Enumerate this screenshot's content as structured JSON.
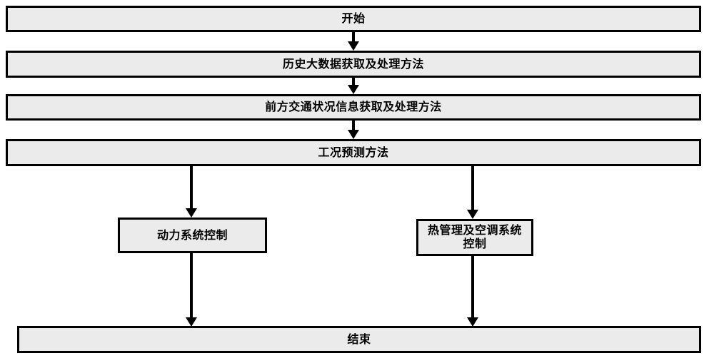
{
  "diagram": {
    "type": "flowchart",
    "title_text": "",
    "orientation": "top-to-bottom",
    "colors": {
      "node_fill": "#ebebeb",
      "node_border": "#000000",
      "connector": "#000000",
      "background": "#ffffff",
      "text": "#000000"
    },
    "nodes": [
      {
        "id": "start",
        "label": "开始",
        "shape": "rectangle"
      },
      {
        "id": "hist",
        "label": "历史大数据获取及处理方法",
        "shape": "rectangle"
      },
      {
        "id": "traffic",
        "label": "前方交通状况信息获取及处理方法",
        "shape": "rectangle"
      },
      {
        "id": "predict",
        "label": "工况预测方法",
        "shape": "rectangle"
      },
      {
        "id": "power",
        "label": "动力系统控制",
        "shape": "rectangle"
      },
      {
        "id": "thermal",
        "label": "热管理及空调系统控制",
        "shape": "rectangle"
      },
      {
        "id": "end",
        "label": "结束",
        "shape": "rectangle"
      }
    ],
    "edges": [
      {
        "id": "e1",
        "from": "start",
        "to": "hist",
        "arrow": true
      },
      {
        "id": "e2",
        "from": "hist",
        "to": "traffic",
        "arrow": true
      },
      {
        "id": "e3",
        "from": "traffic",
        "to": "predict",
        "arrow": true
      },
      {
        "id": "e4",
        "from": "predict",
        "to": "power",
        "arrow": true
      },
      {
        "id": "e5",
        "from": "predict",
        "to": "thermal",
        "arrow": true
      },
      {
        "id": "e6",
        "from": "power",
        "to": "end",
        "arrow": true
      },
      {
        "id": "e7",
        "from": "thermal",
        "to": "end",
        "arrow": true
      }
    ]
  }
}
